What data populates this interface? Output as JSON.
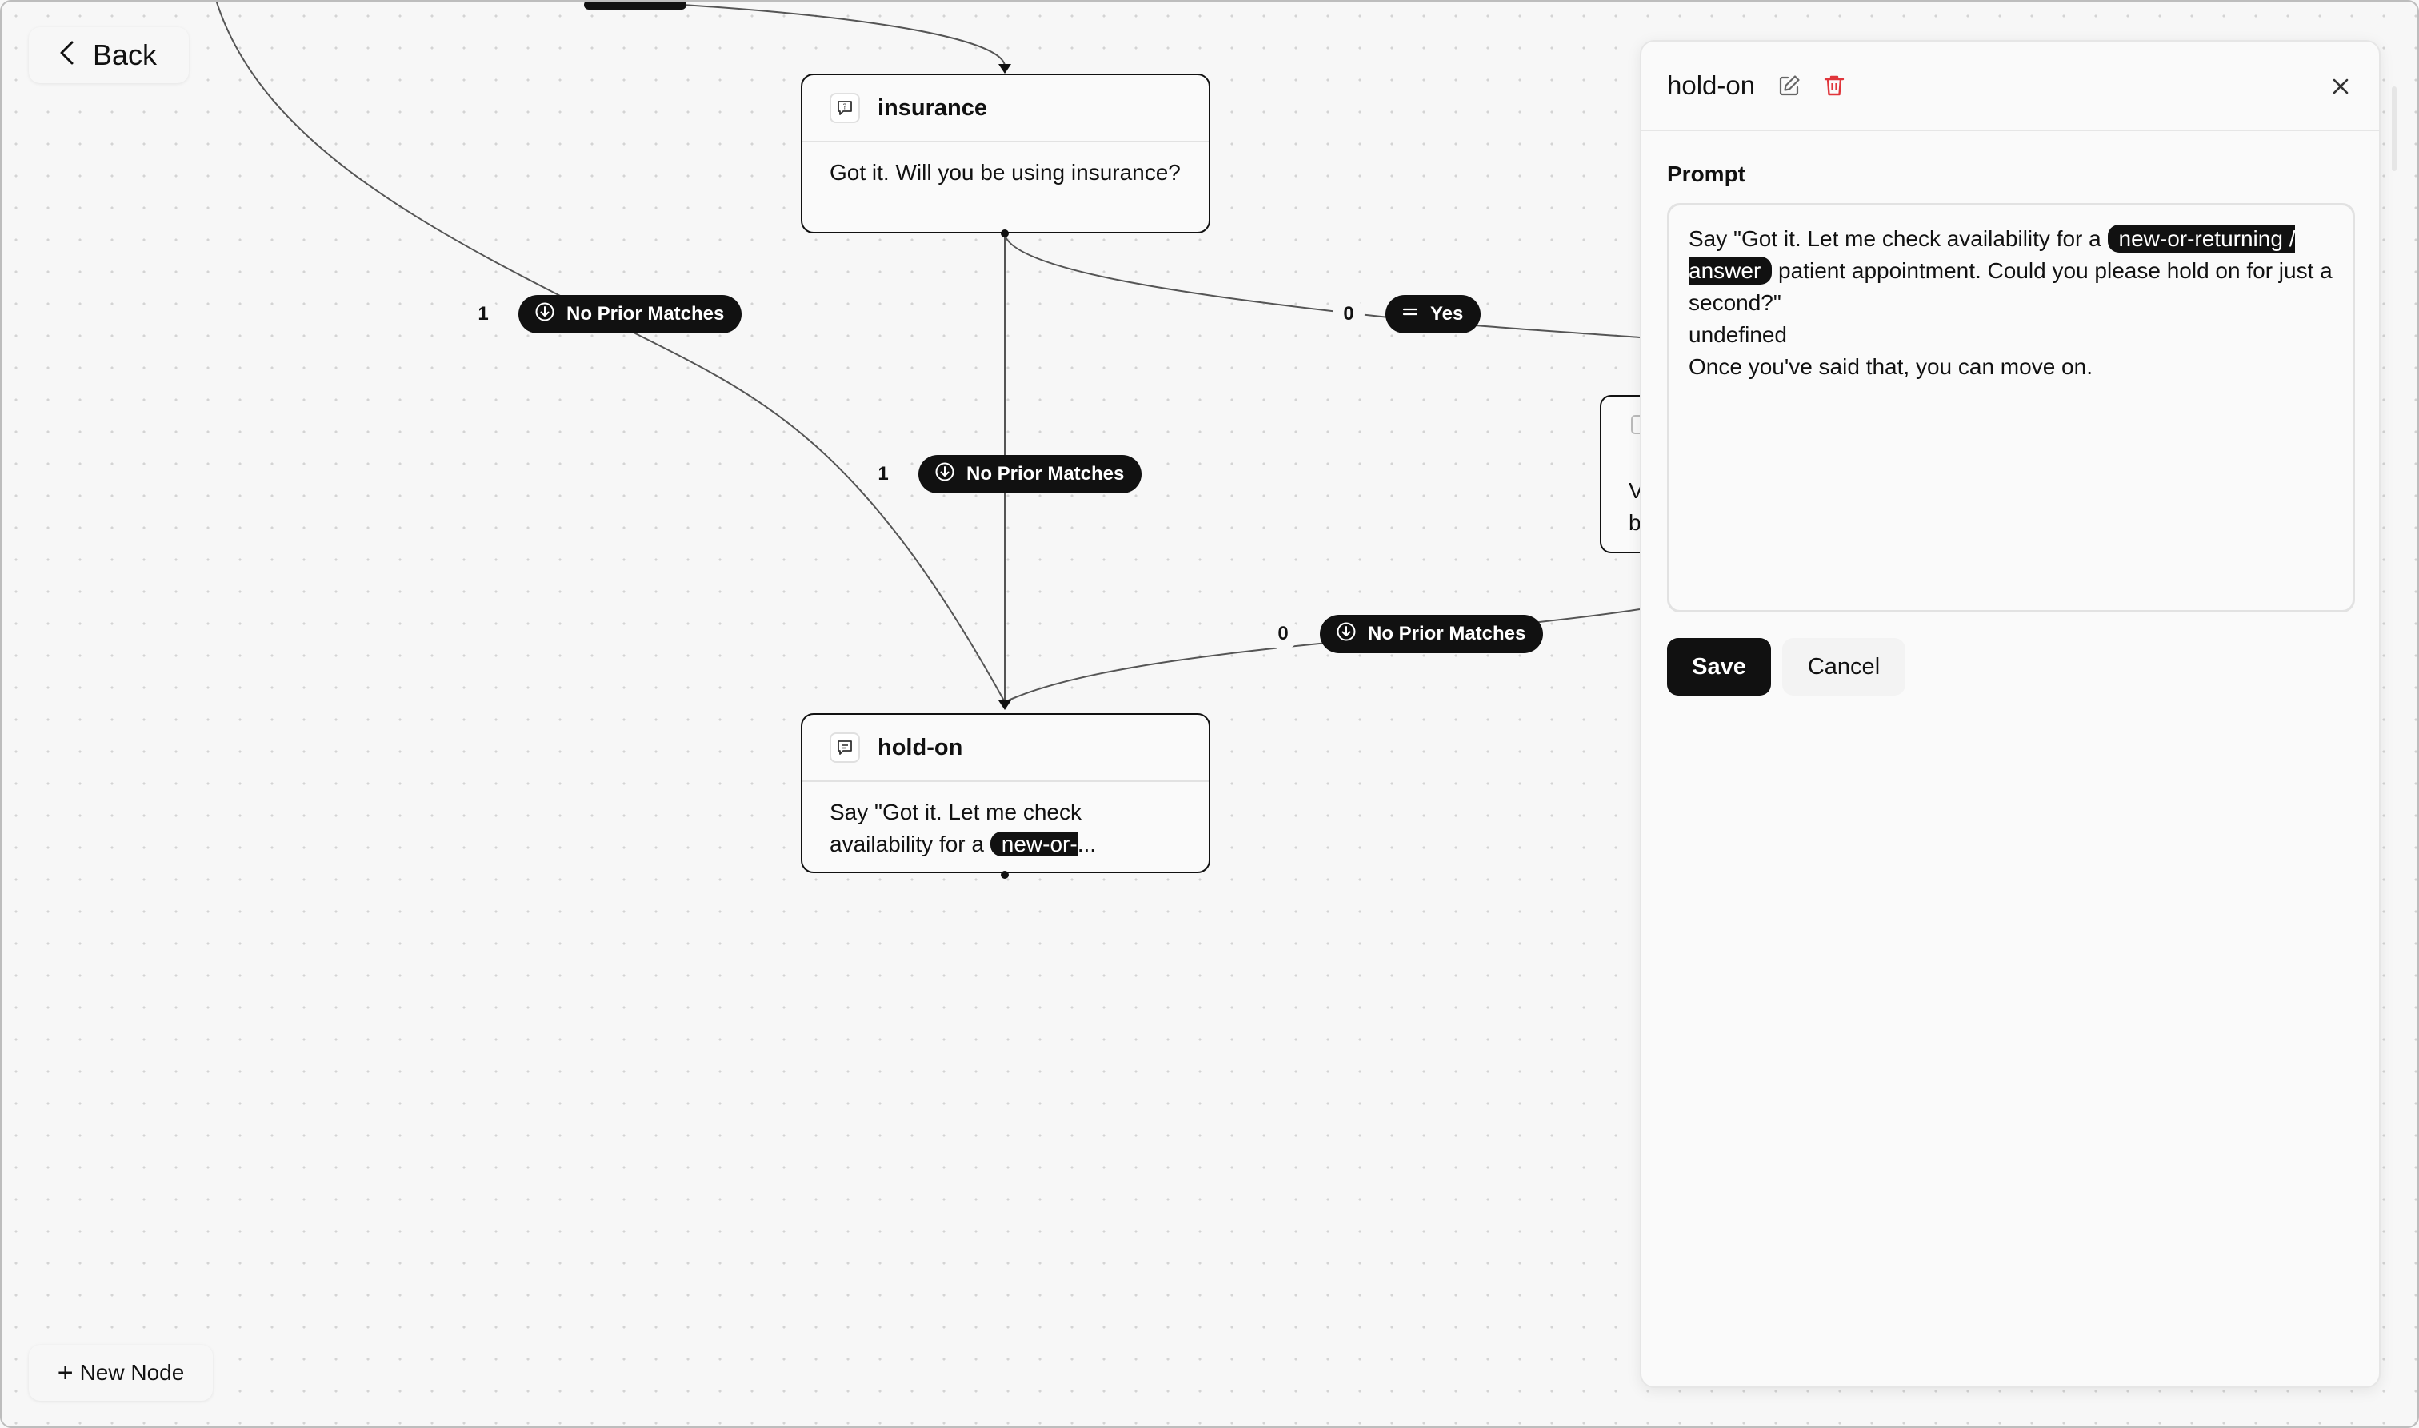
{
  "toolbar": {
    "back_label": "Back",
    "new_node_label": "New Node"
  },
  "nodes": [
    {
      "title": "insurance",
      "body": "Got it. Will you be using insurance?",
      "icon": "question-bubble-icon"
    },
    {
      "title": "hold-on",
      "body_prefix": "Say \"Got it. Let me check availability for a ",
      "body_pill": "new-or-",
      "body_suffix": "...",
      "icon": "chat-bubble-icon"
    }
  ],
  "edges": [
    {
      "count": "1",
      "label": "No Prior Matches",
      "icon": "arrow-down-circle-icon"
    },
    {
      "count": "1",
      "label": "No Prior Matches",
      "icon": "arrow-down-circle-icon"
    },
    {
      "count": "0",
      "label": "Yes",
      "icon": "equals-icon"
    },
    {
      "count": "0",
      "label": "No Prior Matches",
      "icon": "arrow-down-circle-icon"
    }
  ],
  "partial_node": {
    "line1_char": "V",
    "line2_char": "b"
  },
  "panel": {
    "title": "hold-on",
    "prompt_label": "Prompt",
    "prompt": {
      "prefix": "Say \"Got it. Let me check availability for a ",
      "variable": "new-or-returning / answer",
      "suffix": " patient appointment. Could you please hold on for just a second?\"",
      "line2": "undefined",
      "line3": "Once you've said that, you can move on."
    },
    "save_label": "Save",
    "cancel_label": "Cancel"
  },
  "colors": {
    "accent": "#111111",
    "delete": "#e0353b",
    "canvas": "#f7f7f7"
  }
}
